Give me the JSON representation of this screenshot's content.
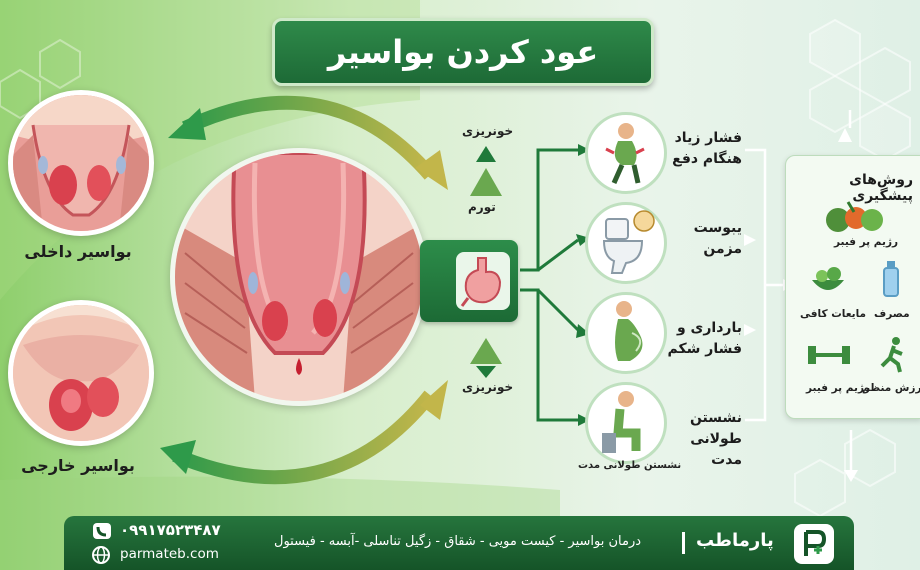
{
  "title": "عود کردن بواسیر",
  "hemorrhoid_types": {
    "internal": "بواسیر داخلی",
    "external": "بواسیر خارجی"
  },
  "symptoms": {
    "bleeding_top": "خونریزی",
    "swelling": "تورم",
    "bleeding_bottom": "خونریزی"
  },
  "causes": [
    {
      "line1": "فشار زیاد",
      "line2": "هنگام دفع"
    },
    {
      "line1": "یبوست",
      "line2": "مزمن"
    },
    {
      "line1": "بارداری و",
      "line2": "فشار شکم"
    },
    {
      "line1": "نشستن",
      "line2": "طولانی مدت"
    }
  ],
  "cause_caption": "نشستن طولانی مدت",
  "prevention": {
    "title": "روش‌های پیشگیری",
    "items": [
      "رژیم پر فیبر",
      "مایعات کافی",
      "مصرف",
      "رژیم پر فیبر",
      "ورزش منظم"
    ]
  },
  "footer": {
    "phone": "۰۹۹۱۷۵۲۳۴۸۷",
    "website": "parmateb.com",
    "services": "درمان بواسیر - کیست مویی - شقاق - زگیل تناسلی -آبسه - فیستول",
    "brand": "پارماطب"
  },
  "icons": {
    "phone": "phone-icon",
    "globe": "globe-icon",
    "logo": "parmateb-logo-icon",
    "stomach": "stomach-icon"
  },
  "colors": {
    "primary_green": "#1d6a36",
    "accent_red": "#d9414e",
    "light_green": "#8fcf6d"
  }
}
